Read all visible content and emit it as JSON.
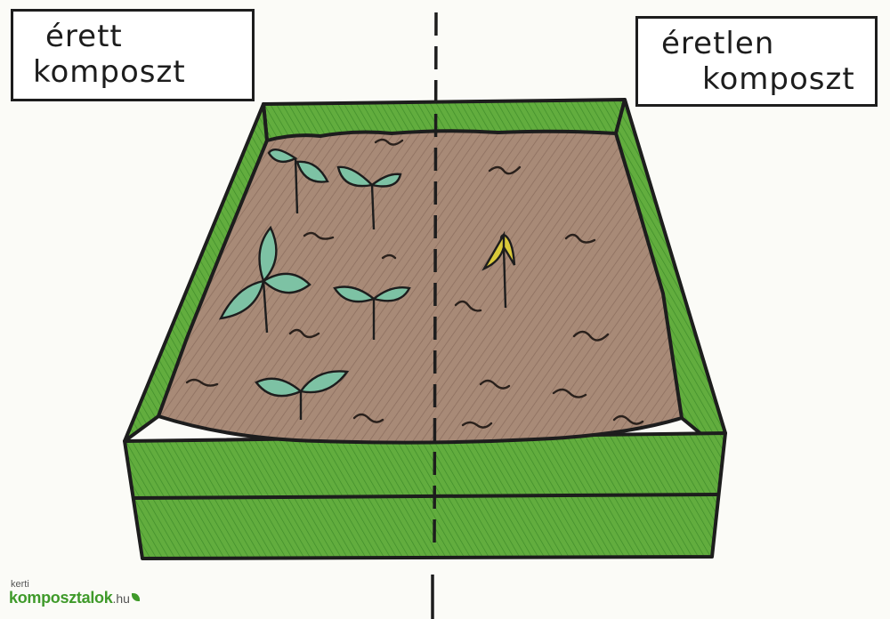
{
  "labels": {
    "mature": {
      "line1": "érett",
      "line2": "komposzt"
    },
    "immature": {
      "line1": "éretlen",
      "line2": "komposzt"
    }
  },
  "watermark": {
    "small": "kerti",
    "brand": "komposztalok",
    "tld": ".hu"
  },
  "colors": {
    "box_green": "#5ea83c",
    "box_green_dark": "#3f8a2a",
    "soil": "#a98a78",
    "seedling_leaf": "#7cc1a3",
    "sprout_yellow": "#d7c83a",
    "ink": "#1d1d1d"
  },
  "icons": [
    "seedling-icon",
    "sprout-icon",
    "divider-line"
  ]
}
